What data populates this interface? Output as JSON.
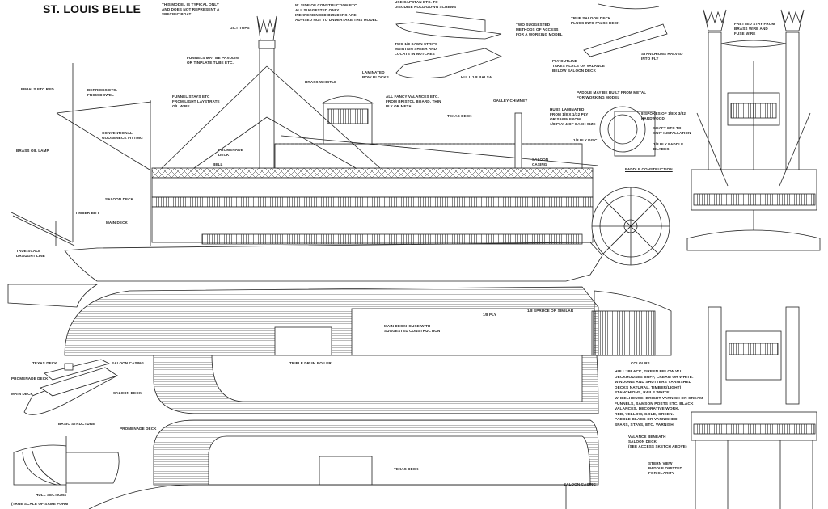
{
  "title": "ST. LOUIS BELLE",
  "notes": {
    "typical": "THIS MODEL IS TYPICAL ONLY\nAND DOES NOT REPRESENT A\nSPECIFIC BOAT",
    "construction": "W. SIDE OF CONSTRUCTION ETC.\nALL SUGGESTED ONLY\nINEXPERIENCED BUILDERS ARE\nADVISED NOT TO UNDERTAKE THIS MODEL"
  },
  "side_labels": {
    "gilt_tops": "GILT TOPS",
    "funnels": "FUNNELS MAY BE PAXOLIN\nOR TINPLATE TUBE ETC.",
    "finials": "FINIALS ETC RED",
    "derricks": "DERRICKS ETC.\nFROM DOWEL",
    "funnel_stays": "FUNNEL STAYS ETC\nFROM LIGHT LAYSTRATE\nG/L WIRE",
    "brass_whistle": "BRASS WHISTLE",
    "laminated_bow": "LAMINATED\nBOW BLOCKS",
    "fancy_valances": "ALL FANCY VALANCES ETC.\nFROM BRISTOL BOARD, THIN\nPLY OR METAL",
    "gooseneck": "CONVENTIONAL\nGOOSENECK FITTING",
    "oil_lamp": "BRASS OIL LAMP",
    "promenade_deck": "PROMENADE\nDECK",
    "bell": "BELL",
    "saloon_deck": "SALOON DECK",
    "timber_bitt": "TIMBER BITT",
    "main_deck": "MAIN DECK",
    "draught_line": "TRUE SCALE\nDRAUGHT LINE",
    "galley_chimney": "GALLEY CHIMNEY",
    "texas_deck": "TEXAS DECK",
    "saloon_casing": "SALOON\nCASING"
  },
  "access_labels": {
    "capstan": "USE CAPSTAN ETC. TO\nDISGUISE HOLD-DOWN SCREWS",
    "strips": "TWO 1/8 SAWN STRIPS\nMAINTAIN SHEER AND\nLOCATE IN NOTCHES",
    "hull_balsa": "HULL 1/8 BALSA",
    "two_methods": "TWO SUGGESTED\nMETHODS OF ACCESS\nFOR A WORKING MODEL",
    "true_saloon": "TRUE SALOON DECK\nPLUGS INTO FALSE DECK",
    "stanchions": "STANCHIONS HALVED\nINTO PLY",
    "ply_outline": "PLY OUTLINE\nTAKES PLACE OF VALANCE\nBELOW SALOON DECK"
  },
  "paddle_labels": {
    "metal": "PADDLE MAY BE BUILT FROM METAL\nFOR WORKING MODEL",
    "hubs": "HUBS LAMINATED\nFROM 1/8 X 1/32 PLY\nOR SAWN FROM\n1/8 PLY. 4 OF EACH SIZE",
    "spokes": "8 SPOKES OF 1/8 X 3/32\nHARDWOOD",
    "shaft": "SHAFT ETC TO\nSUIT INSTALLATION",
    "ply_disc": "1/8 PLY DISC",
    "blades": "1/8 PLY PADDLE\nBLADES",
    "title": "PADDLE CONSTRUCTION"
  },
  "front_labels": {
    "fretted_stay": "FRETTED STAY FROM\nBRASS WIRE AND\nFUSE WIRE"
  },
  "plan_labels": {
    "main_deckhouse": "MAIN DECKHOUSE WITH\nSUGGESTED CONSTRUCTION",
    "spruce": "1/8 SPRUCE OR SIMILAR",
    "ply": "1/8 PLY",
    "boiler": "TRIPLE DRUM BOILER",
    "promenade_deck": "PROMENADE DECK",
    "texas_deck": "TEXAS DECK",
    "saloon_casing": "SALOON CASING"
  },
  "basic_structure": {
    "texas_deck": "TEXAS DECK",
    "saloon_casing": "SALOON CASING",
    "promenade_deck": "PROMENADE DECK",
    "main_deck": "MAIN DECK",
    "saloon_deck": "SALOON DECK",
    "title": "BASIC STRUCTURE"
  },
  "hull_sections": {
    "title": "HULL SECTIONS",
    "note": "(TRUE SCALE OF SAME FORM"
  },
  "colours": {
    "title": "COLOURS",
    "text": "HULL: BLACK, GREEN BELOW W.L.\nDECKHOUSES BUFF, CREAM OR WHITE.\nWINDOWS AND SHUTTERS VARNISHED\nDECKS NATURAL, TIMBER(LIGHT)\nSTANCHIONS, RAILS WHITE.\nWHEELHOUSE: BRIGHT VARNISH OR CREAM\nFUNNELS, SAMSON POSTS ETC. BLACK\nVALANCES, DECORATIVE WORK,\nRED, YELLOW, GOLD, GREEN.\nPADDLE BLACK OR VARNISHED\nSPARS, STAYS, ETC. VARNISH"
  },
  "stern_labels": {
    "valance": "VALANCE BENEATH\nSALOON DECK\n(SEE ACCESS SKETCH ABOVE)",
    "stern_view": "STERN VIEW\nPADDLE OMITTED\nFOR CLARITY"
  }
}
